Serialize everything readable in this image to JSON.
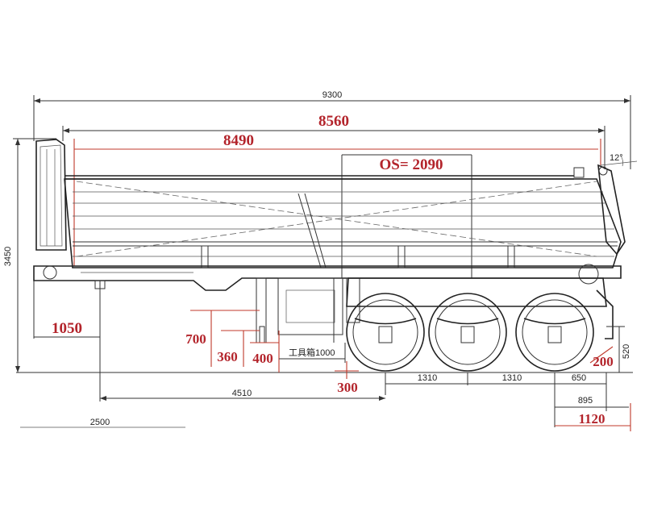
{
  "dimensions": {
    "overall_length": "9300",
    "body_length": "8560",
    "inner_length": "8490",
    "os": "OS= 2090",
    "tip_angle": "12°",
    "height": "3450",
    "front_height": "1050",
    "landing_leg_700": "700",
    "landing_leg_360": "360",
    "landing_leg_400": "400",
    "toolbox": "工具箱1000",
    "gap_300": "300",
    "axle_spacing_1": "1310",
    "axle_spacing_2": "1310",
    "rear_650": "650",
    "rear_200": "200",
    "rear_520": "520",
    "kingpin_to_axle": "4510",
    "rear_895": "895",
    "rear_1120": "1120",
    "bottom_2500": "2500"
  },
  "colors": {
    "line": "#333333",
    "red": "#b3242b"
  }
}
